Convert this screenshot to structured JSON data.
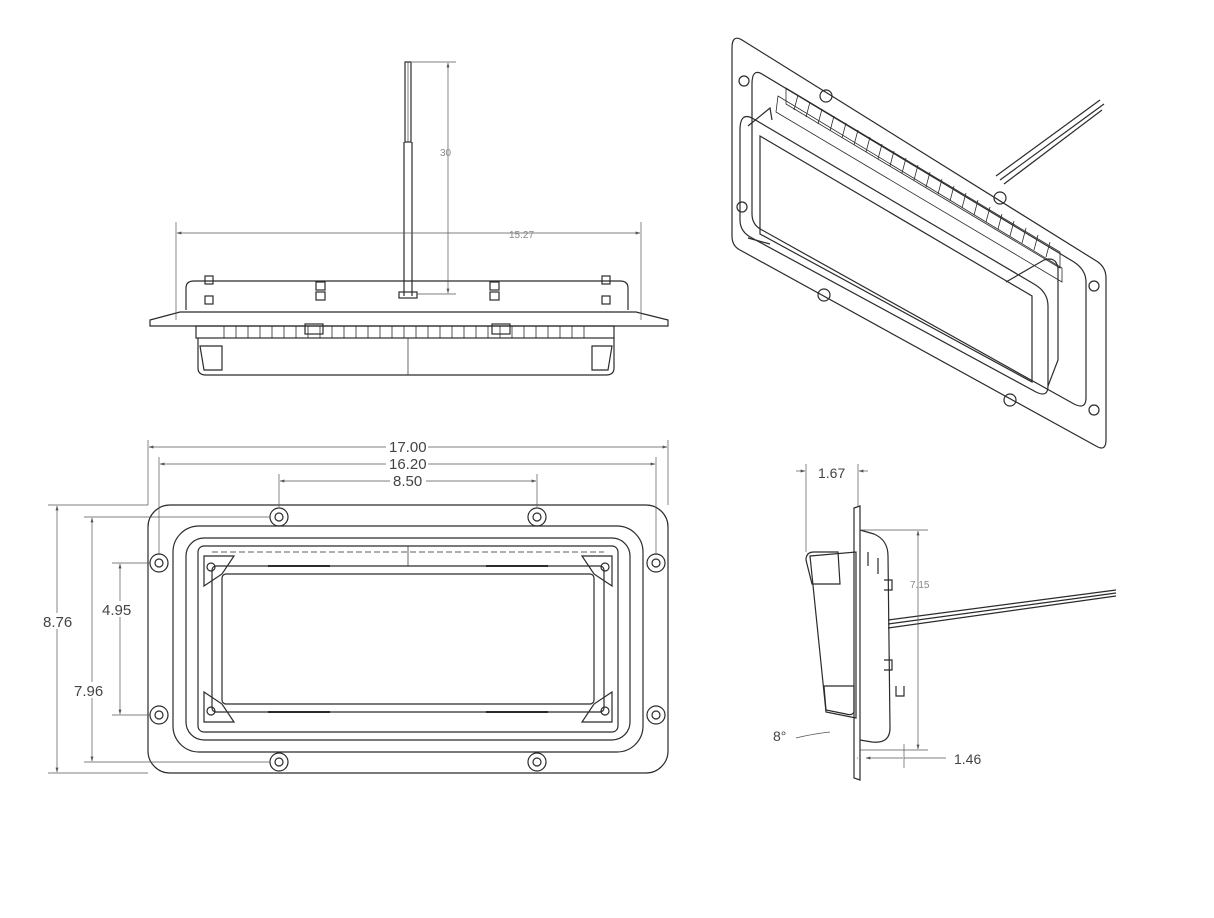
{
  "dimensions": {
    "top_view": {
      "cable_length": "30",
      "overall_width": "15.27"
    },
    "front_view": {
      "flange_width": "17.00",
      "cutout_width": "16.20",
      "screw_spacing": "8.50",
      "flange_height": "8.76",
      "cutout_height": "7.96",
      "screw_vertical_spacing": "4.95"
    },
    "side_view": {
      "flange_to_front": "1.67",
      "side_height": "7.15",
      "depth": "1.46",
      "tilt_angle": "8°"
    }
  },
  "colors": {
    "line": "#2b2b2b",
    "dimension_line": "#555555",
    "background": "#ffffff"
  }
}
